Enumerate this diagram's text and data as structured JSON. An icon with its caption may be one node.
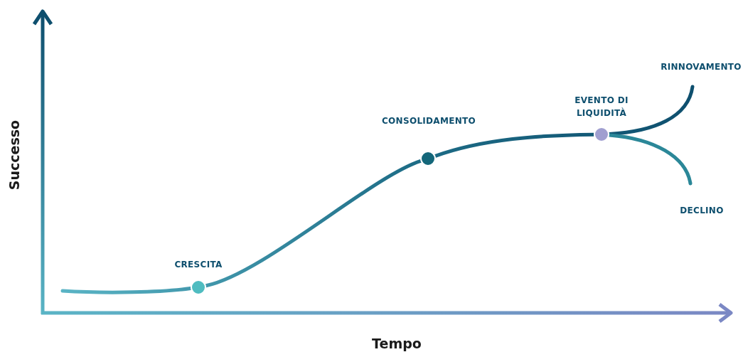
{
  "diagram": {
    "nodes": [
      {
        "text": [],
        "shape": "circle",
        "beside": [
          "CRESCITA"
        ]
      },
      {
        "text": [],
        "shape": "circle",
        "beside": [
          "CONSOLIDAMENTO"
        ]
      },
      {
        "text": [],
        "shape": "circle",
        "beside": [
          "EVENTO DI LIQUIDITÀ"
        ]
      }
    ],
    "edges": [
      {
        "from": null,
        "to": 0,
        "arrow": "none"
      },
      {
        "from": 0,
        "to": 1,
        "arrow": "none"
      },
      {
        "from": 1,
        "to": 2,
        "arrow": "none"
      },
      {
        "from": 2,
        "to": null,
        "arrow": "none"
      },
      {
        "from": 2,
        "to": null,
        "arrow": "none",
        "color": "#2b8798"
      }
    ],
    "labels": [
      "Successo",
      "Tempo",
      "RINNOVAMENTO",
      "DECLINO"
    ]
  }
}
